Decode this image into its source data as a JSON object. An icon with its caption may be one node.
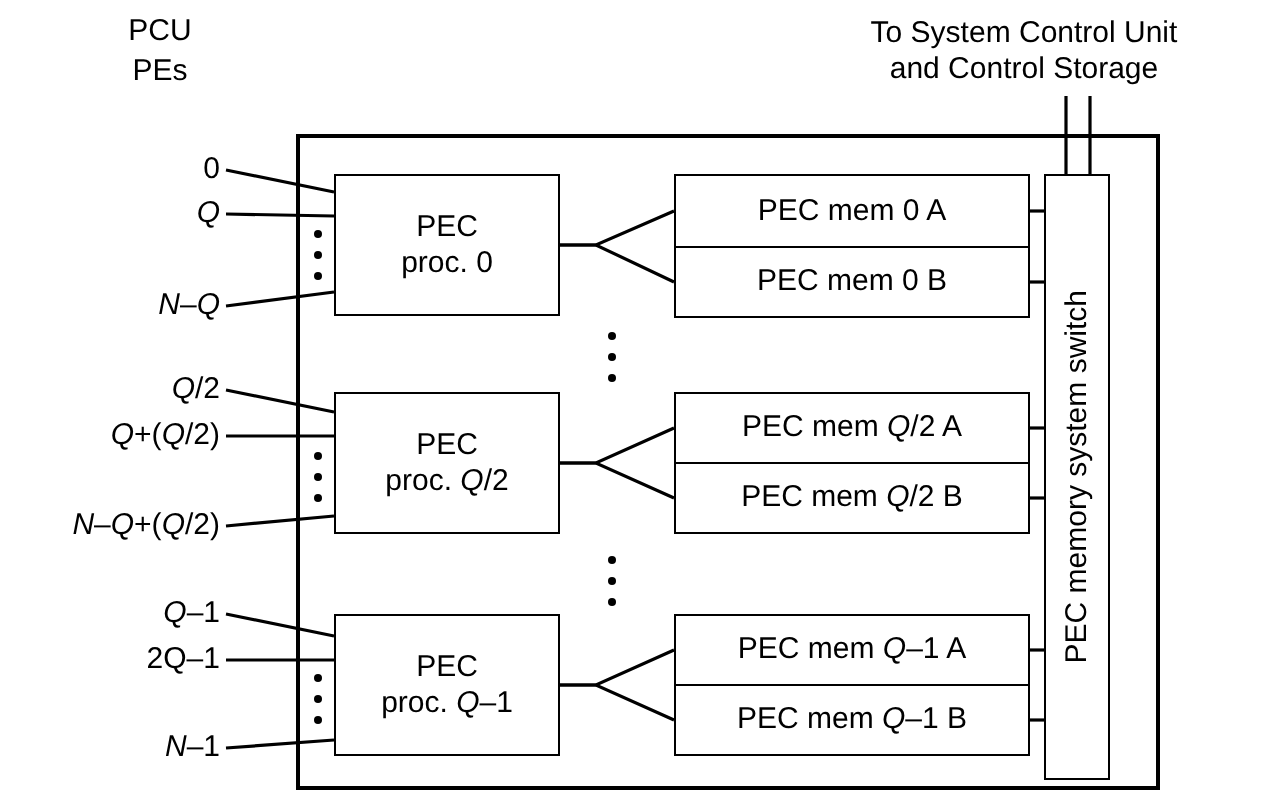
{
  "diagram": {
    "nodes": [
      {
        "text": [],
        "shape": "box"
      },
      {
        "text": [
          "PEC proc. 0"
        ],
        "in": 0
      },
      {
        "text": [
          "PEC mem 0 A"
        ],
        "in": 0
      },
      {
        "text": [
          "PEC mem 0 B"
        ],
        "in": 0
      },
      {
        "text": [
          "PEC proc. *Q*/2"
        ],
        "in": 0
      },
      {
        "text": [
          "PEC mem *Q*/2 A"
        ],
        "in": 0
      },
      {
        "text": [
          "PEC mem *Q*/2 B"
        ],
        "in": 0
      },
      {
        "text": [
          "PEC proc. *Q*–1"
        ],
        "in": 0
      },
      {
        "text": [
          "PEC mem *Q*–1 A"
        ],
        "in": 0
      },
      {
        "text": [
          "PEC mem *Q*–1 B"
        ],
        "in": 0
      },
      {
        "text": [
          "PEC memory system switch"
        ],
        "in": 0
      },
      {
        "text": [
          "To System Control Unit and Control Storage"
        ]
      },
      {
        "text": [
          "0"
        ]
      },
      {
        "text": [
          "*Q*"
        ]
      },
      {
        "text": [
          "*N*–*Q*"
        ]
      },
      {
        "text": [
          "*Q*/2"
        ]
      },
      {
        "text": [
          "*Q*+(*Q*/2)"
        ]
      },
      {
        "text": [
          "*N*–*Q*+(*Q*/2)"
        ]
      },
      {
        "text": [
          "*Q*–1"
        ]
      },
      {
        "text": [
          "2Q–1"
        ]
      },
      {
        "text": [
          "*N*–1"
        ]
      }
    ],
    "edges": [
      {
        "from": 12,
        "to": 1,
        "arrow": "none"
      },
      {
        "from": 13,
        "to": 1,
        "arrow": "none"
      },
      {
        "from": 14,
        "to": 1,
        "arrow": "none"
      },
      {
        "from": 15,
        "to": 4,
        "arrow": "none"
      },
      {
        "from": 16,
        "to": 4,
        "arrow": "none"
      },
      {
        "from": 17,
        "to": 4,
        "arrow": "none"
      },
      {
        "from": 18,
        "to": 7,
        "arrow": "none"
      },
      {
        "from": 19,
        "to": 7,
        "arrow": "none"
      },
      {
        "from": 20,
        "to": 7,
        "arrow": "none"
      },
      {
        "from": 1,
        "to": 2,
        "arrow": "none"
      },
      {
        "from": 1,
        "to": 3,
        "arrow": "none"
      },
      {
        "from": 4,
        "to": 5,
        "arrow": "none"
      },
      {
        "from": 4,
        "to": 6,
        "arrow": "none"
      },
      {
        "from": 7,
        "to": 8,
        "arrow": "none"
      },
      {
        "from": 7,
        "to": 9,
        "arrow": "none"
      },
      {
        "from": 2,
        "to": 10,
        "arrow": "none"
      },
      {
        "from": 3,
        "to": 10,
        "arrow": "none"
      },
      {
        "from": 5,
        "to": 10,
        "arrow": "none"
      },
      {
        "from": 6,
        "to": 10,
        "arrow": "none"
      },
      {
        "from": 8,
        "to": 10,
        "arrow": "none"
      },
      {
        "from": 9,
        "to": 10,
        "arrow": "none"
      },
      {
        "from": 10,
        "to": 11,
        "arrow": "none"
      }
    ],
    "labels": [
      "PCU PEs"
    ]
  }
}
